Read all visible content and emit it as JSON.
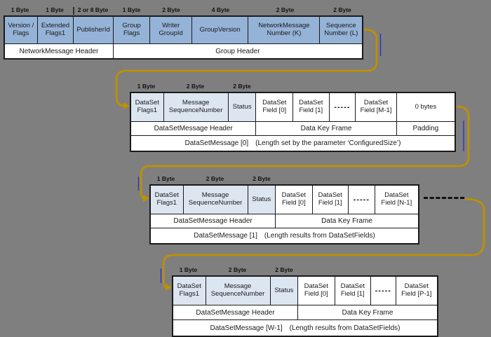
{
  "colors": {
    "background": "#7f7f7f",
    "field_blue": "#95b3d7",
    "field_light_blue": "#dce6f1",
    "field_white": "#ffffff",
    "border": "#1a1a1a",
    "connector_gold": "#bf9000",
    "connector_blue": "#2b2bcc"
  },
  "network_message_block": {
    "byte_labels": [
      "1 Byte",
      "1 Byte",
      "2 or 8 Byte",
      "1 Byte",
      "2 Byte",
      "4 Byte",
      "2 Byte",
      "2 Byte"
    ],
    "fields": [
      "Version / Flags",
      "Extended Flags1",
      "PublisherId",
      "Group Flags",
      "Writer GroupId",
      "GroupVersion",
      "NetworkMessage Number (K)",
      "Sequence Number (L)"
    ],
    "section_headers": [
      "NetworkMessage Header",
      "Group Header"
    ]
  },
  "dataset_message_blocks": [
    {
      "byte_labels": [
        "1 Byte",
        "2 Byte",
        "2 Byte"
      ],
      "fields": [
        "DataSet Flags1",
        "Message SequenceNumber",
        "Status",
        "DataSet Field [0]",
        "DataSet Field [1]",
        "-----",
        "DataSet Field [M-1]",
        "0 bytes"
      ],
      "section_headers": [
        "DataSetMessage Header",
        "Data Key Frame",
        "Padding"
      ],
      "footer_label": "DataSetMessage [0]",
      "footer_note": "(Length set by the parameter ‘ConfiguredSize’)"
    },
    {
      "byte_labels": [
        "1 Byte",
        "2 Byte",
        "2 Byte"
      ],
      "fields": [
        "DataSet Flags1",
        "Message SequenceNumber",
        "Status",
        "DataSet Field [0]",
        "DataSet Field [1]",
        "-----",
        "DataSet Field [N-1]"
      ],
      "section_headers": [
        "DataSetMessage Header",
        "Data Key Frame"
      ],
      "footer_label": "DataSetMessage [1]",
      "footer_note": "(Length results from DataSetFields)"
    },
    {
      "byte_labels": [
        "1 Byte",
        "2 Byte",
        "2 Byte"
      ],
      "fields": [
        "DataSet Flags1",
        "Message SequenceNumber",
        "Status",
        "DataSet Field [0]",
        "DataSet Field [1]",
        "-----",
        "DataSet Field [P-1]"
      ],
      "section_headers": [
        "DataSetMessage Header",
        "Data Key Frame"
      ],
      "footer_label": "DataSetMessage [W-1]",
      "footer_note": "(Length results from DataSetFields)"
    }
  ]
}
